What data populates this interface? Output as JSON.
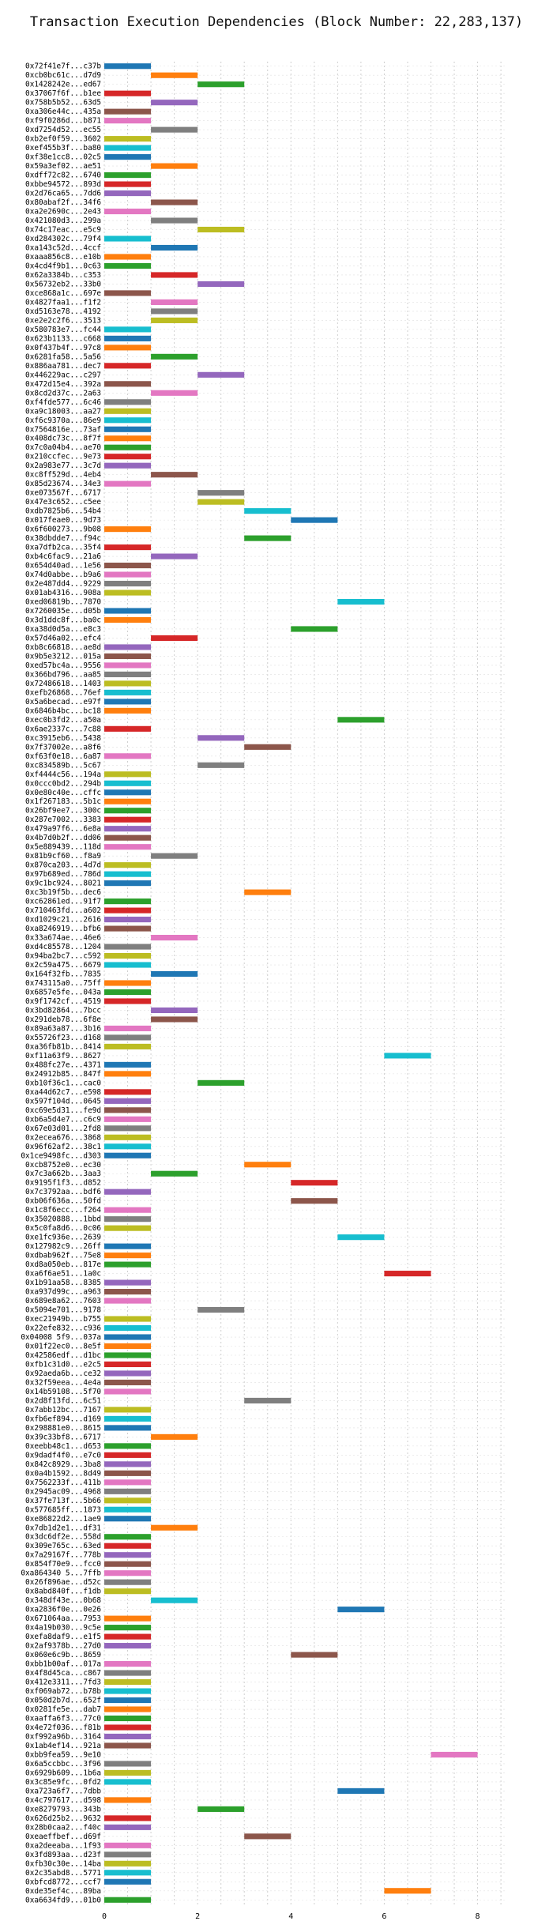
{
  "chart_data": {
    "type": "bar",
    "orientation": "horizontal",
    "title": "Transaction Execution Dependencies (Block Number: 22,283,137)",
    "xlabel": "",
    "ylabel": "",
    "xlim": [
      0,
      8.6
    ],
    "x_ticks": [
      0,
      2,
      4,
      6,
      8
    ],
    "grid": "dotted",
    "bar_width": 1,
    "palette": [
      "#1f77b4",
      "#ff7f0e",
      "#2ca02c",
      "#d62728",
      "#9467bd",
      "#8c564b",
      "#e377c2",
      "#7f7f7f",
      "#bcbd22",
      "#17becf"
    ],
    "transactions": [
      "0x72f41e7f...c37b",
      "0xcb0bc61c...d7d9",
      "0x1428242e...ed67",
      "0x37067f6f...b1ee",
      "0x758b5b52...63d5",
      "0xa306e44c...435a",
      "0xf9f0286d...b871",
      "0xd7254d52...ec55",
      "0xb2ef0f59...3602",
      "0xef455b3f...ba80",
      "0xf38e1cc8...02c5",
      "0x59a3ef02...ae51",
      "0xdff72c82...6740",
      "0xbbe94572...893d",
      "0x2d76ca65...7dd6",
      "0x80abaf2f...34f6",
      "0xa2e2690c...2e43",
      "0x421080d3...299a",
      "0x74c17eac...e5c9",
      "0xd284302c...79f4",
      "0xa143c52d...4ccf",
      "0xaaa856c8...e10b",
      "0x4cd4f9b1...0c63",
      "0x62a3384b...c353",
      "0x56732eb2...33b0",
      "0xce868a1c...697e",
      "0x4827faa1...f1f2",
      "0xd5163e78...4192",
      "0xe2e2c2f6...3513",
      "0x580783e7...fc44",
      "0x623b1133...c668",
      "0x0f437b4f...97c8",
      "0x6281fa58...5a56",
      "0x886aa781...dec7",
      "0x446229ac...c297",
      "0x472d15e4...392a",
      "0x8cd2d37c...2a63",
      "0xf4fde577...6c46",
      "0xa9c18003...aa27",
      "0xf6c9370a...86e9",
      "0x7564816e...73af",
      "0x408dc73c...8f7f",
      "0x7c0a04b4...ae70",
      "0x210ccfec...9e73",
      "0x2a983e77...3c7d",
      "0xc8ff529d...4eb4",
      "0x85d23674...34e3",
      "0xe073567f...6717",
      "0x47e3c652...c5ee",
      "0xdb7825b6...54b4",
      "0x017feae0...9d73",
      "0x6f600273...9b08",
      "0x38dbdde7...f94c",
      "0xa7dfb2ca...35f4",
      "0xb4c6fac9...21a6",
      "0x654d40ad...1e56",
      "0x74d0abbe...b9a6",
      "0x2e487dd4...9229",
      "0x01ab4316...908a",
      "0xed06819b...7870",
      "0x7260035e...d05b",
      "0x3d1ddc8f...ba0c",
      "0xa38d0d5a...e8c3",
      "0x57d46a02...efc4",
      "0xb8c66818...ae8d",
      "0x9b5e3212...015a",
      "0xed57bc4a...9556",
      "0x366bd796...aa85",
      "0x72486618...1403",
      "0xefb26868...76ef",
      "0x5a6becad...e97f",
      "0x6846b4bc...bc18",
      "0xec0b3fd2...a50a",
      "0x6ae2337c...7c88",
      "0xc3915eb6...5438",
      "0x7f37002e...a8f6",
      "0xf63f0e18...6a87",
      "0xc834589b...5c67",
      "0xf4444c56...194a",
      "0x0ccc0bd2...294b",
      "0x0e80c40e...cffc",
      "0x1f267183...5b1c",
      "0x26bf9ee7...300c",
      "0x287e7002...3383",
      "0x479a97f6...6e8a",
      "0x4b7d0b2f...dd06",
      "0x5e889439...118d",
      "0x81b9cf60...f8a9",
      "0x870ca203...4d7d",
      "0x97b689ed...786d",
      "0x9c1bc924...8021",
      "0xc3b19f5b...dec6",
      "0xc62861ed...91f7",
      "0x710463fd...a602",
      "0xd1029c21...2616",
      "0xa8246919...bfb6",
      "0x33a674ae...46e6",
      "0xd4c85578...1204",
      "0x94ba2bc7...c592",
      "0x2c59a475...6679",
      "0x164f32fb...7835",
      "0x743115a0...75ff",
      "0x6857e5fe...043a",
      "0x9f1742cf...4519",
      "0x3bd82864...7bcc",
      "0x291deb78...6f8e",
      "0x89a63a87...3b16",
      "0x55726f23...d168",
      "0xa36fb81b...8414",
      "0xf11a63f9...8627",
      "0x488fc27e...4371",
      "0x24912b85...847f",
      "0xb10f36c1...cac0",
      "0xa44d62c7...e598",
      "0x597f104d...0645",
      "0xc69e5d31...fe9d",
      "0xb6a5d4e7...c6c9",
      "0x67e03d01...2fd8",
      "0x2ecea676...3868",
      "0x96f62af2...38c1",
      "0x1ce9498fc...d303",
      "0xcb8752e0...ec30",
      "0x7c3a662b...3aa3",
      "0x9195f1f3...d852",
      "0x7c3792aa...bdf6",
      "0xb06f636a...50fd",
      "0x1c8f6ecc...f264",
      "0x35020888...1bbd",
      "0x5c0fa8d6...0c06",
      "0xe1fc936e...2639",
      "0x127982c9...26ff",
      "0xdbab962f...75e8",
      "0xd8a050eb...817e",
      "0xa6f6ae51...1a0c",
      "0x1b91aa58...8385",
      "0xa937d99c...a963",
      "0x689e8a62...7603",
      "0x5094e701...9178",
      "0xec21949b...b755",
      "0x22efe832...c936",
      "0x04008 5f9...037a",
      "0x01f22ec0...8e5f",
      "0x42586edf...d1bc",
      "0xfb1c31d0...e2c5",
      "0x92aeda6b...ce32",
      "0x32f59eea...4e4a",
      "0x14b59108...5f70",
      "0x2d8f13fd...6c51",
      "0x7abb12bc...7167",
      "0xfb6ef894...d169",
      "0x298881e0...8615",
      "0x39c33bf8...6717",
      "0xeebb48c1...d653",
      "0x9dadf4f0...e7c0",
      "0x842c8929...3ba8",
      "0x0a4b1592...8d49",
      "0x7562233f...411b",
      "0x2945ac09...4968",
      "0x37fe713f...5b66",
      "0x577685ff...1873",
      "0xe86822d2...1ae9",
      "0x7db1d2e1...df31",
      "0x3dc6df2e...558d",
      "0x309e765c...63ed",
      "0x7a29167f...778b",
      "0x854f70e9...fcc0",
      "0xa864340 5...7ffb",
      "0x26f896ae...d52c",
      "0x8abd840f...f1db",
      "0x348df43e...0b68",
      "0xa2836f0e...0e26",
      "0x671064aa...7953",
      "0x4a19b030...9c5e",
      "0xefa8daf9...e1f5",
      "0x2af9378b...27d0",
      "0x060e6c9b...8659",
      "0xbb1b00af...017a",
      "0x4f8d45ca...c867",
      "0x412e3311...7fd3",
      "0xf069ab72...b78b",
      "0x050d2b7d...652f",
      "0x0281fe5e...dab7",
      "0xaaffa6f3...77c0",
      "0x4e72f036...f81b",
      "0xf992a96b...3164",
      "0x1ab4ef14...921a",
      "0xbb9fea59...9e10",
      "0x6a5ccbbc...3f96",
      "0x6929b609...1b6a",
      "0x3c85e9fc...0fd2",
      "0xa723a6f7...7dbb",
      "0x4c797617...d598",
      "0xe8279793...343b",
      "0x626d25b2...9632",
      "0x28b0caa2...f40c",
      "0xeaeffbef...d69f",
      "0xa2deeaba...1f93",
      "0x3fd893aa...d23f",
      "0xfb30c30e...14ba",
      "0x2c35abd8...5771",
      "0xbfcd8772...ccf7",
      "0xde35ef4c...89ba",
      "0xa6634fd9...01b0"
    ],
    "x_start": [
      0,
      1,
      2,
      0,
      1,
      0,
      0,
      1,
      0,
      0,
      0,
      1,
      0,
      0,
      0,
      1,
      0,
      1,
      2,
      0,
      1,
      0,
      0,
      1,
      2,
      0,
      1,
      1,
      1,
      0,
      0,
      0,
      1,
      0,
      2,
      0,
      1,
      0,
      0,
      0,
      0,
      0,
      0,
      0,
      0,
      1,
      0,
      2,
      2,
      3,
      4,
      0,
      3,
      0,
      1,
      0,
      0,
      0,
      0,
      5,
      0,
      0,
      4,
      1,
      0,
      0,
      0,
      0,
      0,
      0,
      0,
      0,
      5,
      0,
      2,
      3,
      0,
      2,
      0,
      0,
      0,
      0,
      0,
      0,
      0,
      0,
      0,
      1,
      0,
      0,
      0,
      3,
      0,
      0,
      0,
      0,
      1,
      0,
      0,
      0,
      1,
      0,
      0,
      0,
      1,
      1,
      0,
      0,
      0,
      6,
      0,
      0,
      2,
      0,
      0,
      0,
      0,
      0,
      0,
      0,
      0,
      3,
      1,
      4,
      0,
      4,
      0,
      0,
      0,
      5,
      0,
      0,
      0,
      6,
      0,
      0,
      0,
      2,
      0,
      0,
      0,
      0,
      0,
      0,
      0,
      0,
      0,
      3,
      0,
      0,
      0,
      1,
      0,
      0,
      0,
      0,
      0,
      0,
      0,
      0,
      0,
      1,
      0,
      0,
      0,
      0,
      0,
      0,
      0,
      1,
      5,
      0,
      0,
      0,
      0,
      4,
      0,
      0,
      0,
      0,
      0,
      0,
      0,
      0,
      0,
      0,
      7,
      0,
      0,
      0,
      5,
      0,
      2,
      0,
      0,
      3,
      0,
      0,
      0,
      0,
      0,
      6,
      0
    ],
    "colors": [
      0,
      1,
      2,
      3,
      4,
      5,
      6,
      7,
      8,
      9,
      0,
      1,
      2,
      3,
      4,
      5,
      6,
      7,
      8,
      9,
      0,
      1,
      2,
      3,
      4,
      5,
      6,
      7,
      8,
      9,
      0,
      1,
      2,
      3,
      4,
      5,
      6,
      7,
      8,
      9,
      0,
      1,
      2,
      3,
      4,
      5,
      6,
      7,
      8,
      9,
      0,
      1,
      2,
      3,
      4,
      5,
      6,
      7,
      8,
      9,
      0,
      1,
      2,
      3,
      4,
      5,
      6,
      7,
      8,
      9,
      0,
      1,
      2,
      3,
      4,
      5,
      6,
      7,
      8,
      9,
      0,
      1,
      2,
      3,
      4,
      5,
      6,
      7,
      8,
      9,
      0,
      1,
      2,
      3,
      4,
      5,
      6,
      7,
      8,
      9,
      0,
      1,
      2,
      3,
      4,
      5,
      6,
      7,
      8,
      9,
      0,
      1,
      2,
      3,
      4,
      5,
      6,
      7,
      8,
      9,
      0,
      1,
      2,
      3,
      4,
      5,
      6,
      7,
      8,
      9,
      0,
      1,
      2,
      3,
      4,
      5,
      6,
      7,
      8,
      9,
      0,
      1,
      2,
      3,
      4,
      5,
      6,
      7,
      8,
      9,
      0,
      1,
      2,
      3,
      4,
      5,
      6,
      7,
      8,
      9,
      0,
      1,
      2,
      3,
      4,
      5,
      6,
      7,
      8,
      9,
      0,
      1,
      2,
      3,
      4,
      5,
      6,
      7,
      8,
      9,
      0,
      1,
      2,
      3,
      4,
      5,
      6,
      7,
      8,
      9,
      0,
      1,
      2,
      3,
      4,
      5,
      6,
      7,
      8,
      9,
      0,
      1,
      2
    ]
  }
}
